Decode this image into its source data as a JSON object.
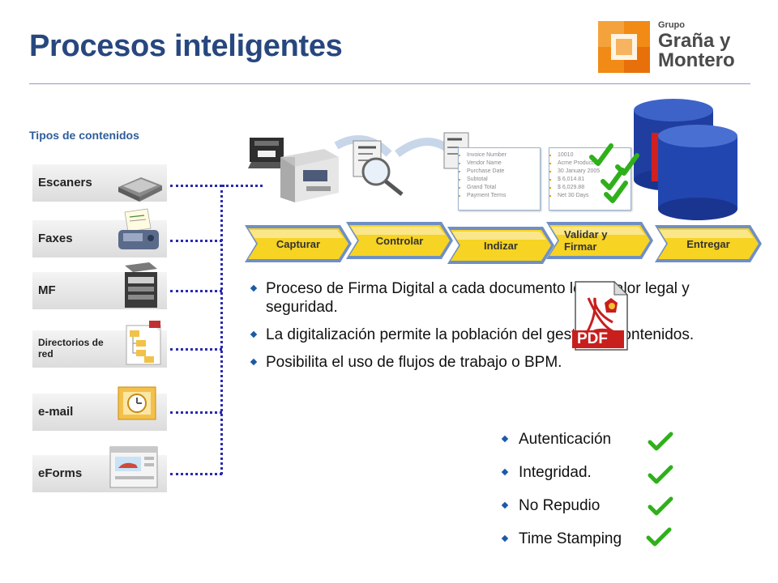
{
  "title": "Procesos inteligentes",
  "logo": {
    "group": "Grupo",
    "name_line1": "Graña y",
    "name_line2": "Montero"
  },
  "content_types_label": "Tipos de contenidos",
  "sources": [
    {
      "label": "Escaners"
    },
    {
      "label": "Faxes"
    },
    {
      "label": "MF"
    },
    {
      "label": "Directorios de red"
    },
    {
      "label": "e-mail"
    },
    {
      "label": "eForms"
    }
  ],
  "steps": [
    {
      "label": "Capturar"
    },
    {
      "label": "Controlar"
    },
    {
      "label": "Indizar"
    },
    {
      "label": "Validar y Firmar"
    },
    {
      "label": "Entregar"
    }
  ],
  "invoice_fields": [
    "Invoice Number",
    "Vendor Name",
    "Purchase Date",
    "Subtotal",
    "Grand Total",
    "Payment Terms"
  ],
  "invoice_values": [
    "10010",
    "Acme Products",
    "30 January 2005",
    "$ 6,014.81",
    "$ 6,029.88",
    "Net 30 Days"
  ],
  "bullets": [
    "Proceso de Firma Digital a cada documento le da valor legal y seguridad.",
    "La digitalización permite la población del gestor de contenidos.",
    "Posibilita el uso de flujos de trabajo o BPM."
  ],
  "features": [
    "Autenticación",
    "Integridad.",
    "No Repudio",
    "Time Stamping"
  ],
  "pdf_label": "PDF",
  "colors": {
    "title": "#27477e",
    "step_fill": "#f7d323",
    "step_border": "#6f8fc4",
    "connector": "#2a2ab0",
    "check": "#2fb01a",
    "database": "#1f3ea0",
    "logo_orange": "#f28a16"
  }
}
